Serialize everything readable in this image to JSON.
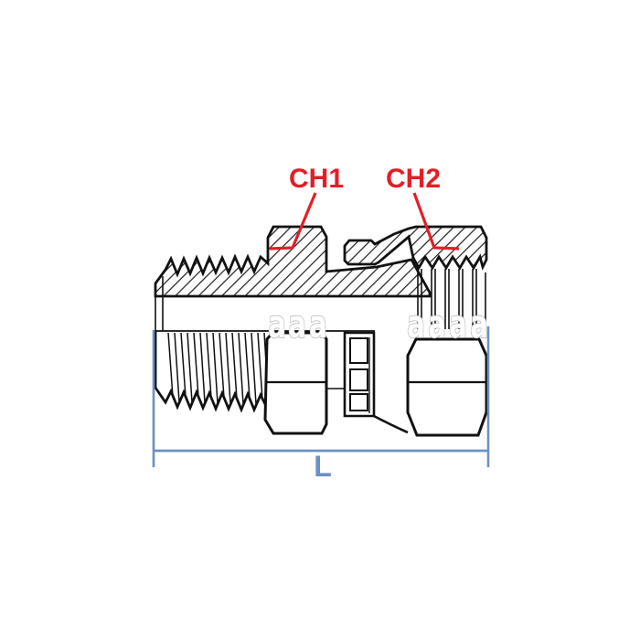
{
  "drawing": {
    "description_labels": {
      "ch1": "CH1",
      "ch2": "CH2",
      "dimension_length": "L"
    },
    "watermark": {
      "letter": "a"
    },
    "colors": {
      "label_red": "#e41e26",
      "dim_blue": "#6a91c4",
      "line_black": "#111111",
      "watermark_gray": "#b4b4b6"
    }
  }
}
